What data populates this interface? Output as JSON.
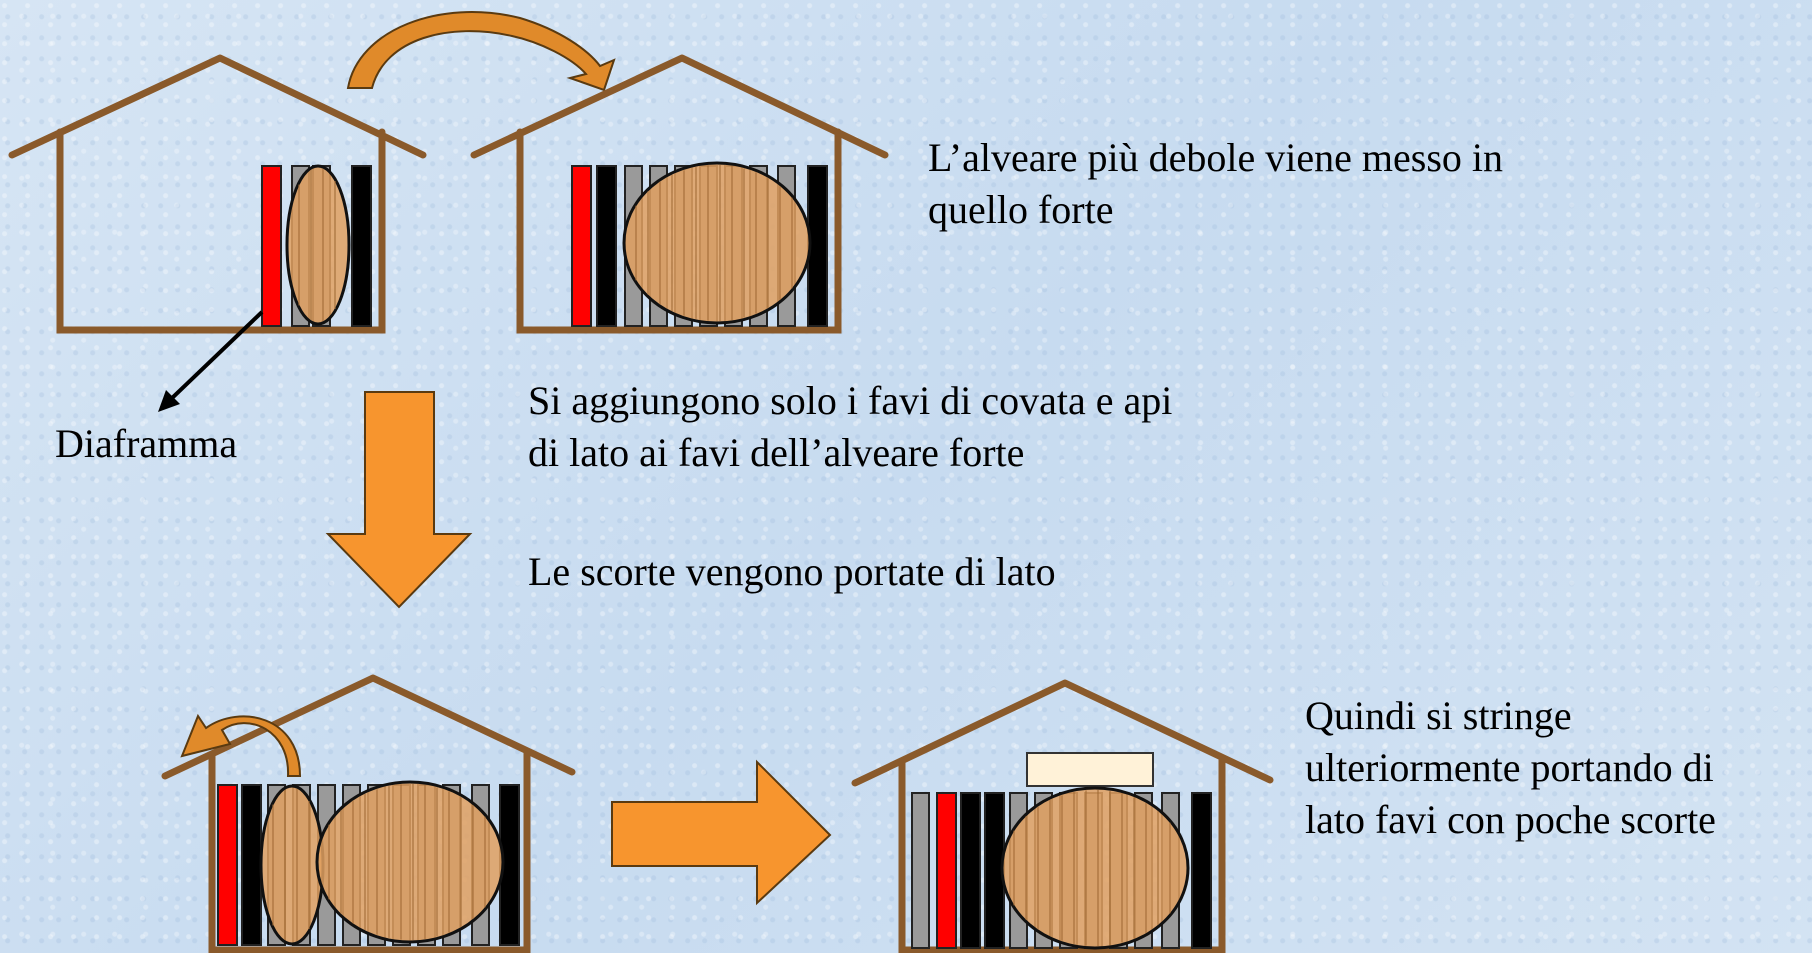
{
  "texts": {
    "caption_top": [
      "L’alveare più debole viene messo in",
      "quello forte"
    ],
    "label_divider": "Diaframma",
    "caption_middle": [
      "Si aggiungono solo i favi di covata e api",
      "di lato ai favi dell’alveare forte"
    ],
    "caption_stores": "Le scorte vengono portate di lato",
    "caption_bottom": [
      "Quindi si stringe",
      "ulteriormente portando di",
      "lato favi con poche scorte"
    ]
  },
  "colors": {
    "hive_outline": "#8a5a2b",
    "frame_red": "#ff0000",
    "frame_black": "#000000",
    "frame_gray": "#9a9a9a",
    "bees": "#e0a060",
    "arrow_fill": "#f7952e",
    "arrow_stroke": "#6b4a1e",
    "curved_arrow_fill": "#e08a2a",
    "feeder": "#fff2d8"
  }
}
